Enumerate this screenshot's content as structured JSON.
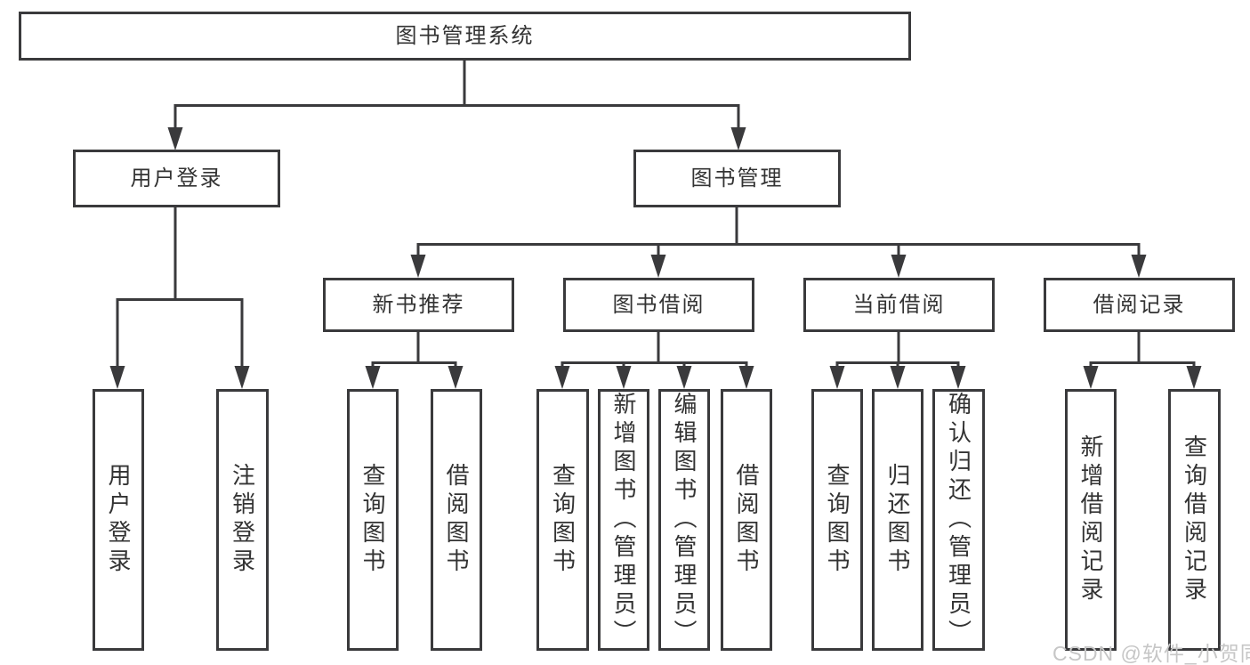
{
  "diagram": {
    "title": "图书管理系统",
    "level1": {
      "user_login": "用户登录",
      "book_mgmt": "图书管理"
    },
    "level2": {
      "new_books": "新书推荐",
      "book_borrow": "图书借阅",
      "current_borrow": "当前借阅",
      "borrow_records": "借阅记录"
    },
    "leaves": {
      "user_login": [
        "用户登录",
        "注销登录"
      ],
      "new_books": [
        "查询图书",
        "借阅图书"
      ],
      "book_borrow": [
        "查询图书",
        "新增图书（管理员）",
        "编辑图书（管理员）",
        "借阅图书"
      ],
      "current_borrow": [
        "查询图书",
        "归还图书",
        "确认归还（管理员）"
      ],
      "borrow_records": [
        "新增借阅记录",
        "查询借阅记录"
      ]
    }
  },
  "watermark": "CSDN @软件_小贺同学",
  "colors": {
    "line": "#3a3a3c",
    "text": "#333333",
    "watermark": "#c6c6c6",
    "background": "#ffffff"
  }
}
